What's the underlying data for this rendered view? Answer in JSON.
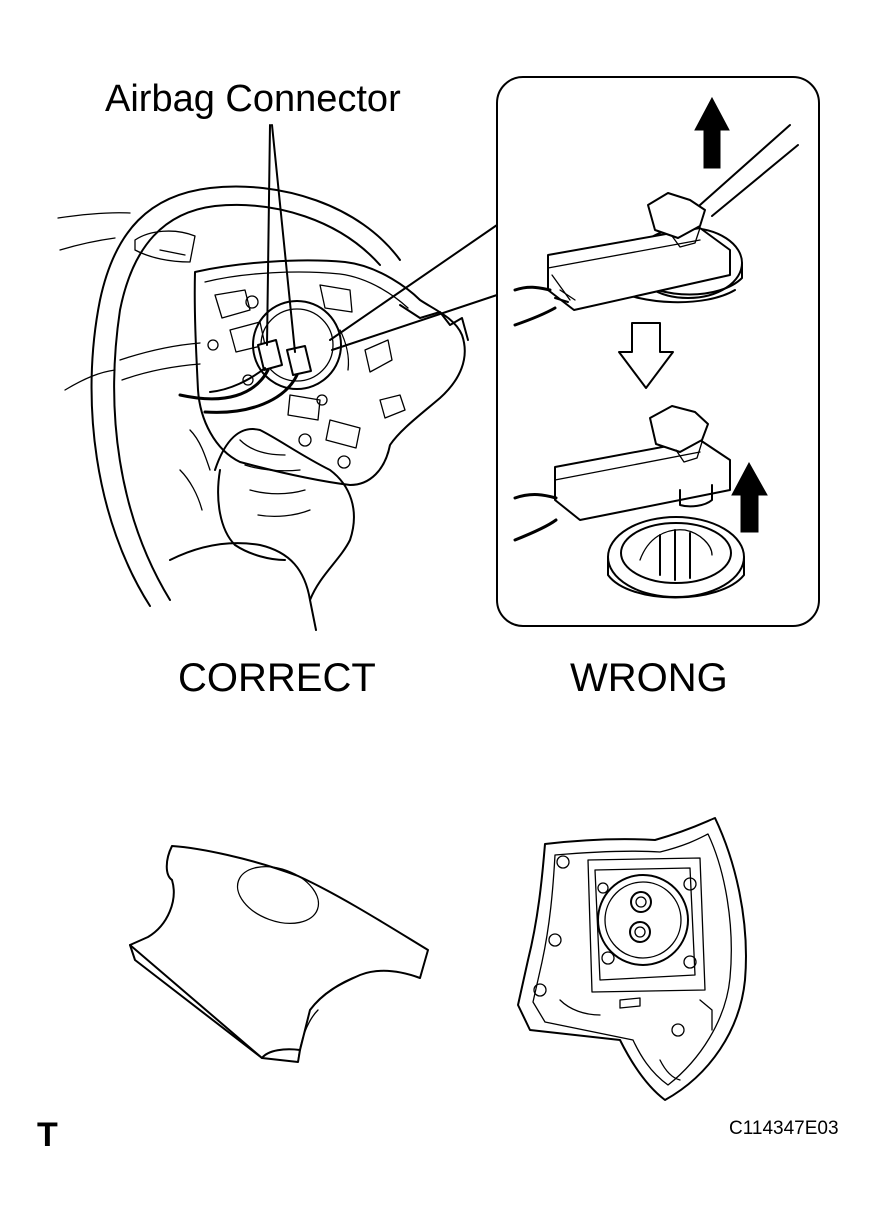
{
  "labels": {
    "airbag_connector": "Airbag Connector",
    "correct": "CORRECT",
    "wrong": "WRONG",
    "corner_mark": "T",
    "figure_code": "C114347E03"
  }
}
